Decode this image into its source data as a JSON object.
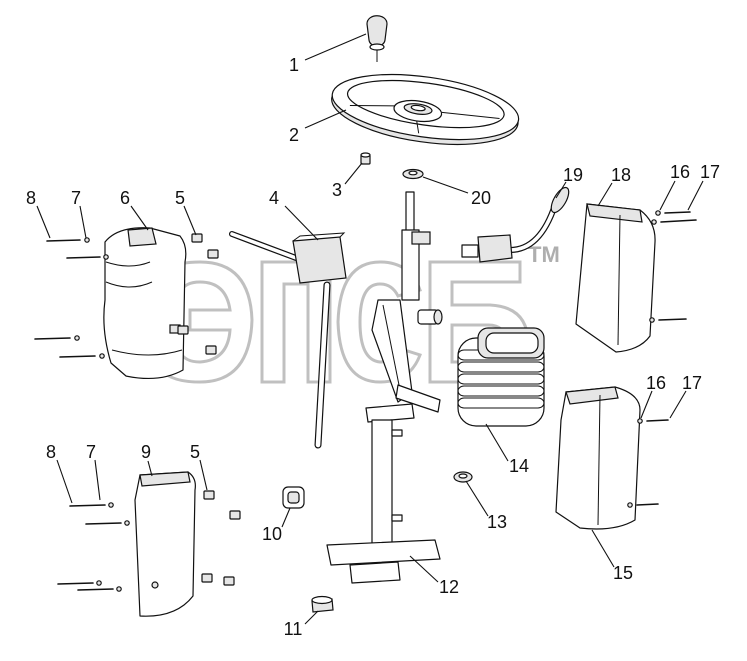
{
  "diagram": {
    "callouts": [
      {
        "label": "1"
      },
      {
        "label": "2"
      },
      {
        "label": "3"
      },
      {
        "label": "4"
      },
      {
        "label": "5"
      },
      {
        "label": "6"
      },
      {
        "label": "7"
      },
      {
        "label": "8"
      },
      {
        "label": "19"
      },
      {
        "label": "18"
      },
      {
        "label": "16"
      },
      {
        "label": "17"
      },
      {
        "label": "20"
      },
      {
        "label": "14"
      },
      {
        "label": "16"
      },
      {
        "label": "17"
      },
      {
        "label": "13"
      },
      {
        "label": "8"
      },
      {
        "label": "7"
      },
      {
        "label": "9"
      },
      {
        "label": "5"
      },
      {
        "label": "10"
      },
      {
        "label": "12"
      },
      {
        "label": "11"
      },
      {
        "label": "15"
      }
    ]
  },
  "watermark": {
    "tm": "TM"
  }
}
